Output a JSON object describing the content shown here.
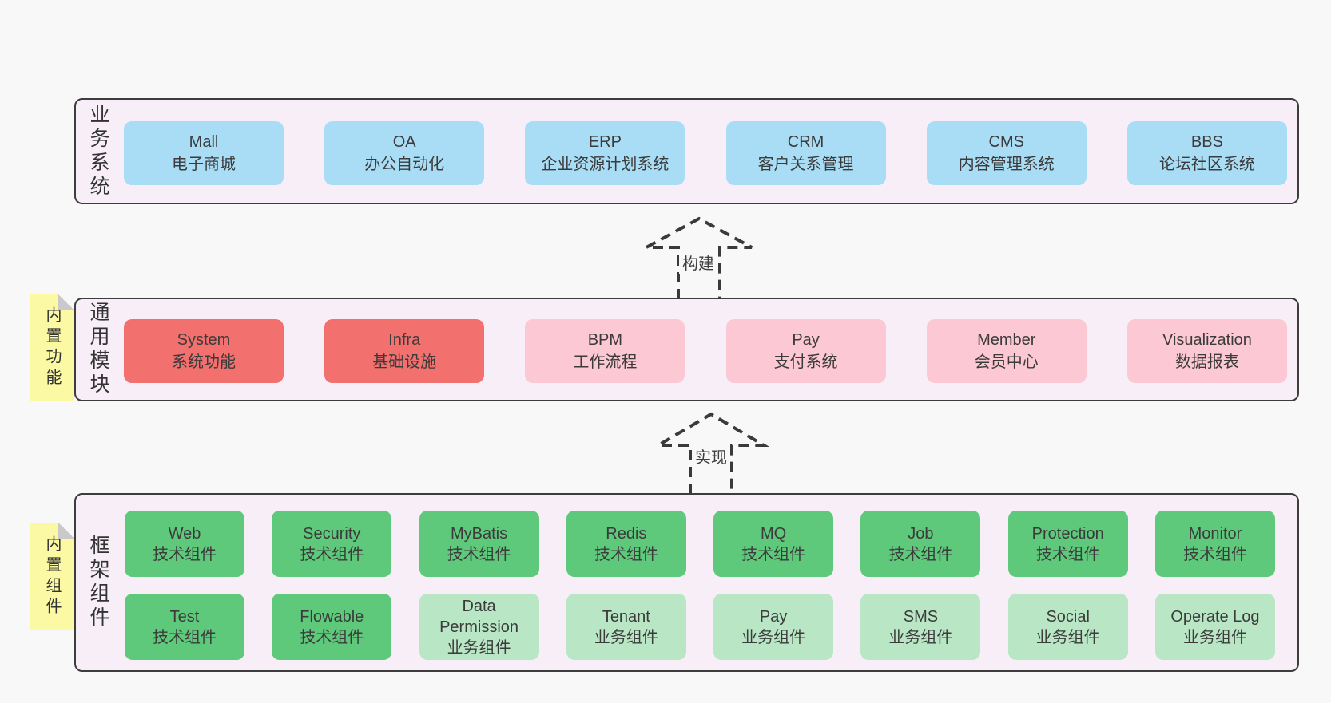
{
  "diagram": {
    "layers": {
      "business": {
        "side_label": "业务系统",
        "boxes": [
          {
            "title": "Mall",
            "subtitle": "电子商城",
            "variant": "blue"
          },
          {
            "title": "OA",
            "subtitle": "办公自动化",
            "variant": "blue"
          },
          {
            "title": "ERP",
            "subtitle": "企业资源计划系统",
            "variant": "blue"
          },
          {
            "title": "CRM",
            "subtitle": "客户关系管理",
            "variant": "blue"
          },
          {
            "title": "CMS",
            "subtitle": "内容管理系统",
            "variant": "blue"
          },
          {
            "title": "BBS",
            "subtitle": "论坛社区系统",
            "variant": "blue"
          }
        ]
      },
      "modules": {
        "side_label": "通用模块",
        "tab_label": "内置功能",
        "boxes": [
          {
            "title": "System",
            "subtitle": "系统功能",
            "variant": "red"
          },
          {
            "title": "Infra",
            "subtitle": "基础设施",
            "variant": "red"
          },
          {
            "title": "BPM",
            "subtitle": "工作流程",
            "variant": "pink"
          },
          {
            "title": "Pay",
            "subtitle": "支付系统",
            "variant": "pink"
          },
          {
            "title": "Member",
            "subtitle": "会员中心",
            "variant": "pink"
          },
          {
            "title": "Visualization",
            "subtitle": "数据报表",
            "variant": "pink"
          }
        ]
      },
      "components": {
        "side_label": "框架组件",
        "tab_label": "内置组件",
        "row1": [
          {
            "title": "Web",
            "subtitle": "技术组件",
            "variant": "green"
          },
          {
            "title": "Security",
            "subtitle": "技术组件",
            "variant": "green"
          },
          {
            "title": "MyBatis",
            "subtitle": "技术组件",
            "variant": "green"
          },
          {
            "title": "Redis",
            "subtitle": "技术组件",
            "variant": "green"
          },
          {
            "title": "MQ",
            "subtitle": "技术组件",
            "variant": "green"
          },
          {
            "title": "Job",
            "subtitle": "技术组件",
            "variant": "green"
          },
          {
            "title": "Protection",
            "subtitle": "技术组件",
            "variant": "green"
          },
          {
            "title": "Monitor",
            "subtitle": "技术组件",
            "variant": "green"
          }
        ],
        "row2": [
          {
            "title": "Test",
            "subtitle": "技术组件",
            "variant": "green"
          },
          {
            "title": "Flowable",
            "subtitle": "技术组件",
            "variant": "green"
          },
          {
            "title": "Data Permission",
            "subtitle": "业务组件",
            "variant": "lgreen"
          },
          {
            "title": "Tenant",
            "subtitle": "业务组件",
            "variant": "lgreen"
          },
          {
            "title": "Pay",
            "subtitle": "业务组件",
            "variant": "lgreen"
          },
          {
            "title": "SMS",
            "subtitle": "业务组件",
            "variant": "lgreen"
          },
          {
            "title": "Social",
            "subtitle": "业务组件",
            "variant": "lgreen"
          },
          {
            "title": "Operate Log",
            "subtitle": "业务组件",
            "variant": "lgreen"
          }
        ]
      }
    },
    "arrows": [
      {
        "label": "构建"
      },
      {
        "label": "实现"
      }
    ],
    "colors": {
      "page_bg": "#f8f8f8",
      "panel_bg": "#f7eef7",
      "panel_border": "#3d3d3d",
      "box_blue": "#a9ddf5",
      "box_red": "#f2706e",
      "box_pink": "#fbc8d3",
      "box_green": "#5ec97b",
      "box_light_green": "#b9e7c5",
      "tab_yellow": "#fbf9a3",
      "text": "#3b3b3b"
    }
  }
}
